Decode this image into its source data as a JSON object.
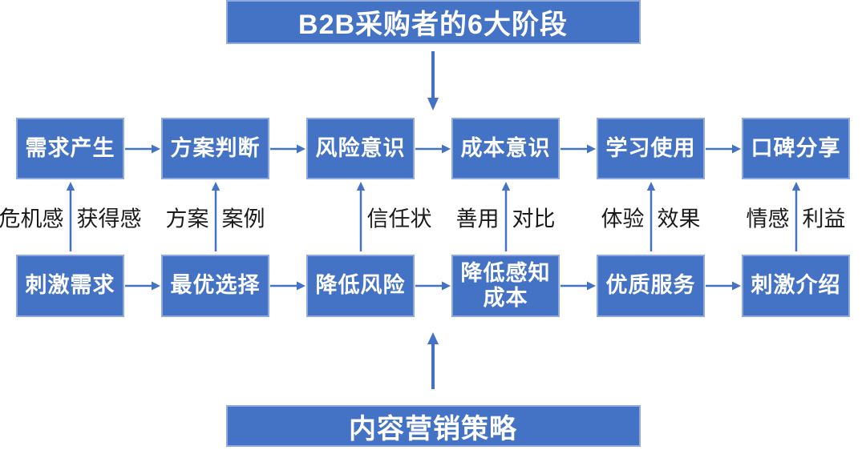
{
  "colors": {
    "box_fill": "#4472C4",
    "box_border": "#8FAADC",
    "arrow": "#4472C4",
    "box_text": "#FFFFFF",
    "label_text": "#1A1A1A",
    "background": "#FFFFFF"
  },
  "top_banner": {
    "label": "B2B采购者的6大阶段"
  },
  "bottom_banner": {
    "label": "内容营销策略"
  },
  "stages": [
    "需求产生",
    "方案判断",
    "风险意识",
    "成本意识",
    "学习使用",
    "口碑分享"
  ],
  "strategies": [
    "刺激需求",
    "最优选择",
    "降低风险",
    "降低感知成本",
    "优质服务",
    "刺激介绍"
  ],
  "drivers": [
    {
      "left": "危机感",
      "right": "获得感"
    },
    {
      "left": "方案",
      "right": "案例"
    },
    {
      "left": "",
      "right": "信任状"
    },
    {
      "left": "善用",
      "right": "对比"
    },
    {
      "left": "体验",
      "right": "效果"
    },
    {
      "left": "情感",
      "right": "利益"
    }
  ]
}
